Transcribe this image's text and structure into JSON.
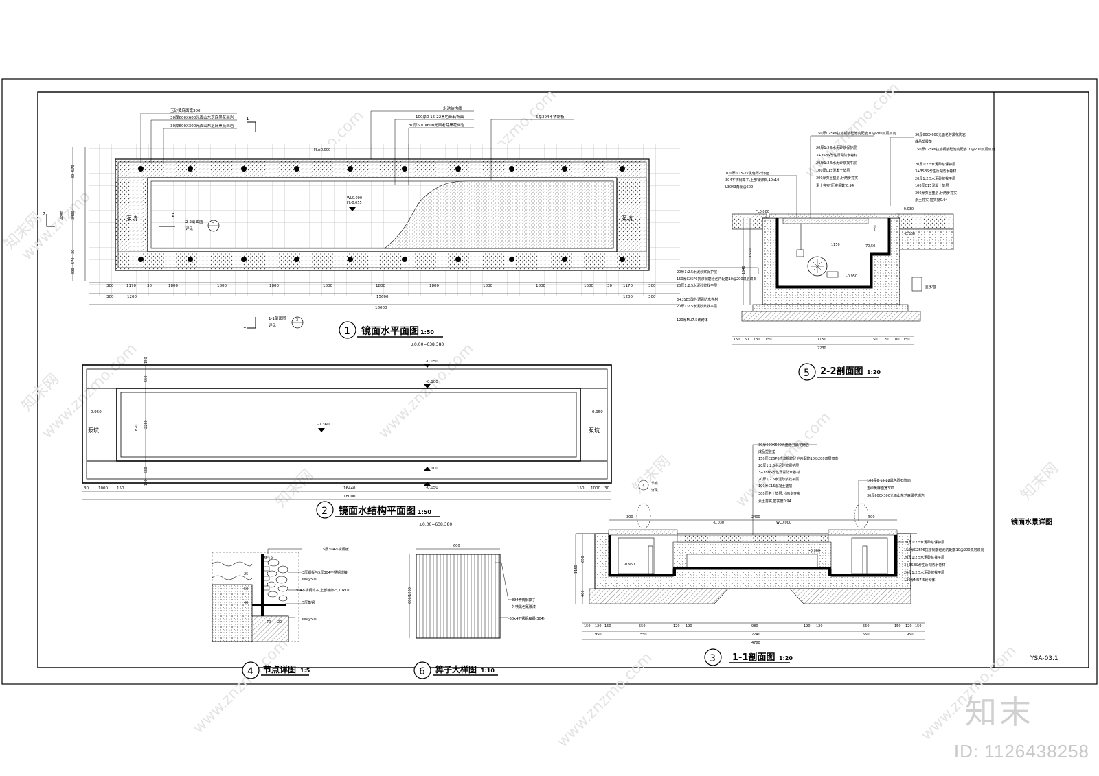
{
  "sheet": {
    "title_block_name": "镜面水景详图",
    "drawing_code": "YSA-03.1",
    "watermark_logo": "知末",
    "watermark_id": "ID: 1126438258",
    "watermark_url": "www.znzmo.com",
    "watermark_brand": "知末网"
  },
  "views": {
    "plan": {
      "number": "1",
      "title": "镜面水平面图",
      "scale": "1:50",
      "elevation_note": "±0.00=638.380",
      "pump_pit_left": "泵坑",
      "pump_pit_right": "泵坑",
      "level_top": "FL±0.000",
      "level_water": "WL0.000",
      "level_floor": "FL-0.055",
      "section_ref_11": "1-1剖面图",
      "section_ref_22": "2-2剖面图",
      "see": "详见",
      "callouts_top": [
        "玉砂黄麻面宽300",
        "30厚600X600光面山东芝麻黑花岗岩",
        "30厚600X300光面山东芝麻黑花岗岩"
      ],
      "callouts_mid": [
        "水池结构线",
        "100厚0 15-22黑色砾石饰面",
        "30厚600X600光面老芬黑花岗岩"
      ],
      "callout_right": "5厚304不锈钢板",
      "dims_bottom_1": [
        "300",
        "1170",
        "30",
        "1800",
        "1800",
        "1800",
        "1800",
        "1800",
        "1800",
        "1800",
        "1800",
        "1600",
        "30",
        "1170",
        "300"
      ],
      "dims_bottom_2": [
        "300",
        "1200",
        "15600",
        "1200",
        "300"
      ],
      "dims_total": "18000",
      "dims_left": [
        "30",
        "570",
        "30",
        "3400",
        "30",
        "570",
        "300"
      ],
      "dim_left_total": "4280"
    },
    "structure": {
      "number": "2",
      "title": "镜面水结构平面图",
      "scale": "1:50",
      "elevation_note": "±0.00=638.380",
      "pump_pit_left": "泵坑",
      "pump_pit_right": "泵坑",
      "levels": [
        "-0.050",
        "-0.100",
        "-0.360",
        "-0.100",
        "-0.050"
      ],
      "level_pit_left": "-0.950",
      "level_pit_right": "-0.950",
      "dims_bottom": [
        "30",
        "1000",
        "150",
        "16440",
        "150",
        "1000",
        "30"
      ],
      "dims_total": "18000",
      "dims_left": [
        "150",
        "550",
        "2280",
        "550",
        "120"
      ]
    },
    "section11": {
      "number": "3",
      "title": "1-1剖面图",
      "scale": "1:20",
      "levels": [
        "-0.030",
        "WL0.000",
        "-0.360",
        "-0.960"
      ],
      "node_ref": "节点",
      "see": "详见",
      "notes_mid": [
        "30厚600X600光面老芬黑花岗岩",
        "成品塑胶垫",
        "150厚C25P6抗渗钢筋砼池内配筋10@200双层双向",
        "20厚1:2.5水泥砂浆保护层",
        "3+3SBS改性沥青防水卷材",
        "20厚1:2.5水泥砂浆找平层",
        "100厚C15混凝土垫层",
        "300厚夯土垫层,分两步夯实",
        "素土夯实,密实度0.94"
      ],
      "notes_right": [
        "100厚0 15-22黑色砾石饰面",
        "玉砂黄麻面宽300",
        "30厚600X300光面山东芝麻黑花岗岩"
      ],
      "notes_right_lower": [
        "20厚1:2.5水泥砂浆保护层",
        "150厚C25P6抗渗钢筋砼池内配筋10@200双层双向",
        "20厚1:2.5水泥砂浆找平层",
        "3+3SBS改性沥青防水卷材",
        "20厚1:2.5水泥砂浆找平层",
        "120厚MU7.5砖砌体"
      ],
      "dims_bottom_1": [
        "150",
        "120",
        "150",
        "550",
        "120",
        "190",
        "980",
        "190",
        "120",
        "550",
        "150",
        "120",
        "150"
      ],
      "dims_bottom_2": [
        "950",
        "550",
        "2240",
        "550",
        "950"
      ],
      "dims_total": "4780",
      "dims_left": [
        "650",
        "400"
      ],
      "dim_left_total": "1150",
      "top_dims": [
        "300",
        "2400",
        "300"
      ]
    },
    "node": {
      "number": "4",
      "title": "节点详图",
      "scale": "1:5",
      "notes": [
        "5厚304不锈钢板",
        "3厚钢板与5厚304不锈钢焊接",
        "Φ8@500",
        "304不锈钢箅子,上部铺卵石,10x10",
        "5厚角钢"
      ],
      "dims": [
        "20",
        "5",
        "25",
        "50",
        "40",
        "70",
        "20"
      ],
      "bar_note": "Φ8@500"
    },
    "section22": {
      "number": "5",
      "title": "2-2剖面图",
      "scale": "1:20",
      "notes_left": [
        "100厚0 15-22黑色砾石饰面",
        "304不锈钢箅子,上部铺卵石,10x10",
        "L30X3角钢@500"
      ],
      "notes_top": [
        "150厚C25P6抗渗钢筋砼池内配筋10@200双层双向",
        "20厚1:2.5水泥砂浆保护层",
        "3+3SBS改性沥青防水卷材",
        "20厚1:2.5水泥砂浆找平层",
        "100厚C15混凝土垫层",
        "300厚夯土垫层,分两步夯实",
        "素土夯实(压实系数)0.94"
      ],
      "notes_right": [
        "30厚600X600光面老芬黑花岗岩",
        "成品塑胶垫",
        "150厚C25P6抗渗钢筋砼池内配筋10@200双层双向",
        "20厚1:2.5水泥砂浆保护层",
        "3+3SBS改性沥青防水卷材",
        "20厚1:2.5水泥砂浆找平层",
        "100厚C15混凝土垫层",
        "300厚夯土垫层,分两步夯实",
        "素土夯实,密实度0.94"
      ],
      "notes_lower_left": [
        "20厚1:2.5水泥砂浆保护层",
        "150厚C25P6抗渗钢筋砼池内配筋10@200双层双向",
        "20厚1:2.5水泥砂浆找平层",
        "3+3SBS改性沥青防水卷材",
        "20厚1:2.5水泥砂浆找平层",
        "120厚MU7.5砖砌体"
      ],
      "levels": [
        "FL0.000",
        "-0.030",
        "-0.360",
        "-0.950"
      ],
      "drain_note": "溢水管",
      "dims_bottom": [
        "150",
        "60",
        "130",
        "150",
        "1150",
        "150",
        "120",
        "100",
        "150"
      ],
      "dims_total": "2230",
      "inner_dim": "1150",
      "left_dims": [
        "1540",
        "1550"
      ],
      "right_dims": [
        "250",
        "70,50"
      ]
    },
    "grate": {
      "number": "6",
      "title": "箅子大样图",
      "scale": "1:10",
      "notes": [
        "304不锈钢箅子",
        "外喷黑色氟碳漆",
        "-50x4不锈钢扁钢(304)"
      ],
      "dim_top": "600",
      "dim_left": "600/1200"
    }
  }
}
